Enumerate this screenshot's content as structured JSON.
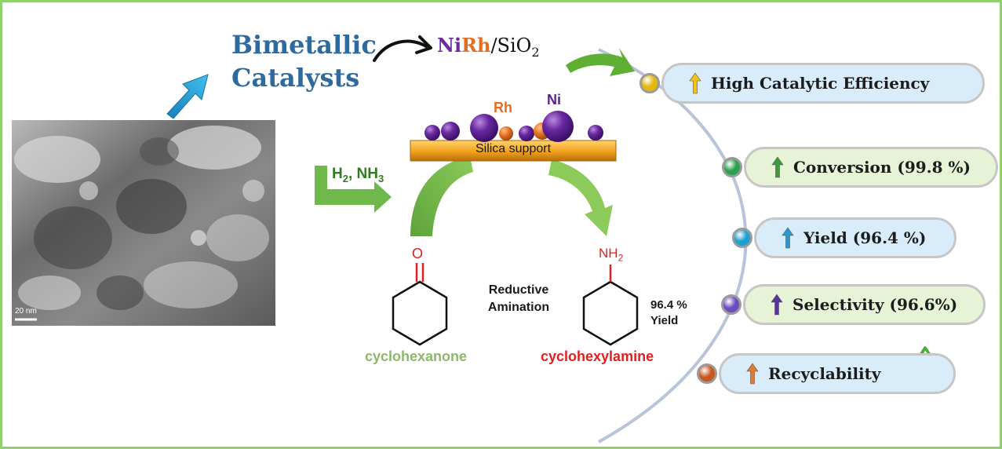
{
  "heading": {
    "line1": "Bimetallic",
    "line2": "Catalysts"
  },
  "catalyst": {
    "metal1": "Ni",
    "metal2": "Rh",
    "support_formula": "/SiO",
    "subscript": "2"
  },
  "support": {
    "label": "Silica support",
    "rh_label": "Rh",
    "ni_label": "Ni"
  },
  "reagents": {
    "h2": "H",
    "h2_sub": "2",
    "sep": ", NH",
    "nh3_sub": "3"
  },
  "reaction": {
    "line1": "Reductive",
    "line2": "Amination"
  },
  "reactant": {
    "name": "cyclohexanone",
    "atom": "O"
  },
  "product": {
    "name": "cyclohexylamine",
    "group": "NH",
    "group_sub": "2",
    "yield_value": "96.4 %",
    "yield_label": "Yield"
  },
  "tem": {
    "scale": "20 nm"
  },
  "properties": [
    {
      "label": "High Catalytic Efficiency",
      "bullet_color": "#e2b80f",
      "arrow_color": "#f2c21b",
      "bg": "#d8ecfa"
    },
    {
      "label": "Conversion (99.8 %)",
      "bullet_color": "#2ea04f",
      "arrow_color": "#3b9a3a",
      "bg": "#e6f3d7"
    },
    {
      "label": "Yield (96.4 %)",
      "bullet_color": "#1e9fd0",
      "arrow_color": "#2a98d0",
      "bg": "#d8ecfa"
    },
    {
      "label": "Selectivity (96.6%)",
      "bullet_color": "#6a4bc0",
      "arrow_color": "#5a32a0",
      "bg": "#e6f3d7"
    },
    {
      "label": "Recyclability",
      "bullet_color": "#c9581f",
      "arrow_color": "#e07a30",
      "bg": "#d8ecfa"
    }
  ],
  "colors": {
    "heading": "#2e6a9e",
    "ni": "#6a2aa0",
    "rh": "#e46e1e",
    "green": "#6fb84a",
    "red": "#e02020",
    "reactant_name": "#8db86a"
  },
  "icons": {
    "efficiency": "stars-icon",
    "recycle": "recycle-icon"
  }
}
